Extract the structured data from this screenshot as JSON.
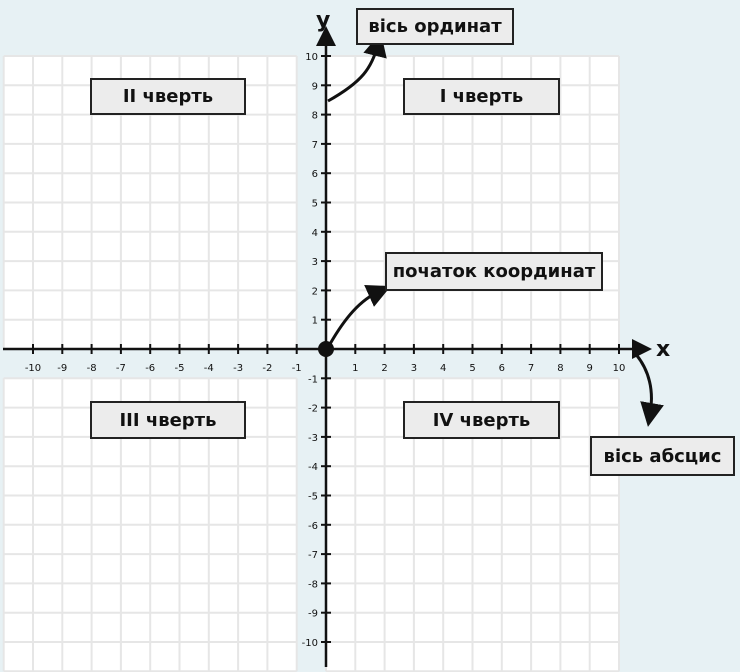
{
  "axes": {
    "x_letter": "x",
    "y_letter": "y",
    "x_range": [
      -10,
      10
    ],
    "y_range": [
      -10,
      10
    ]
  },
  "labels": {
    "ordinate": "вісь ординат",
    "abscissa": "вісь абсцис",
    "origin": "початок координат",
    "quadrant_1": "I чверть",
    "quadrant_2": "II чверть",
    "quadrant_3": "III чверть",
    "quadrant_4": "IV чверть"
  },
  "colors": {
    "background": "#e7f1f4",
    "grid_panel": "#ffffff",
    "grid_line": "#e6e6e6",
    "axis": "#111111",
    "label_box": "#ececec"
  }
}
